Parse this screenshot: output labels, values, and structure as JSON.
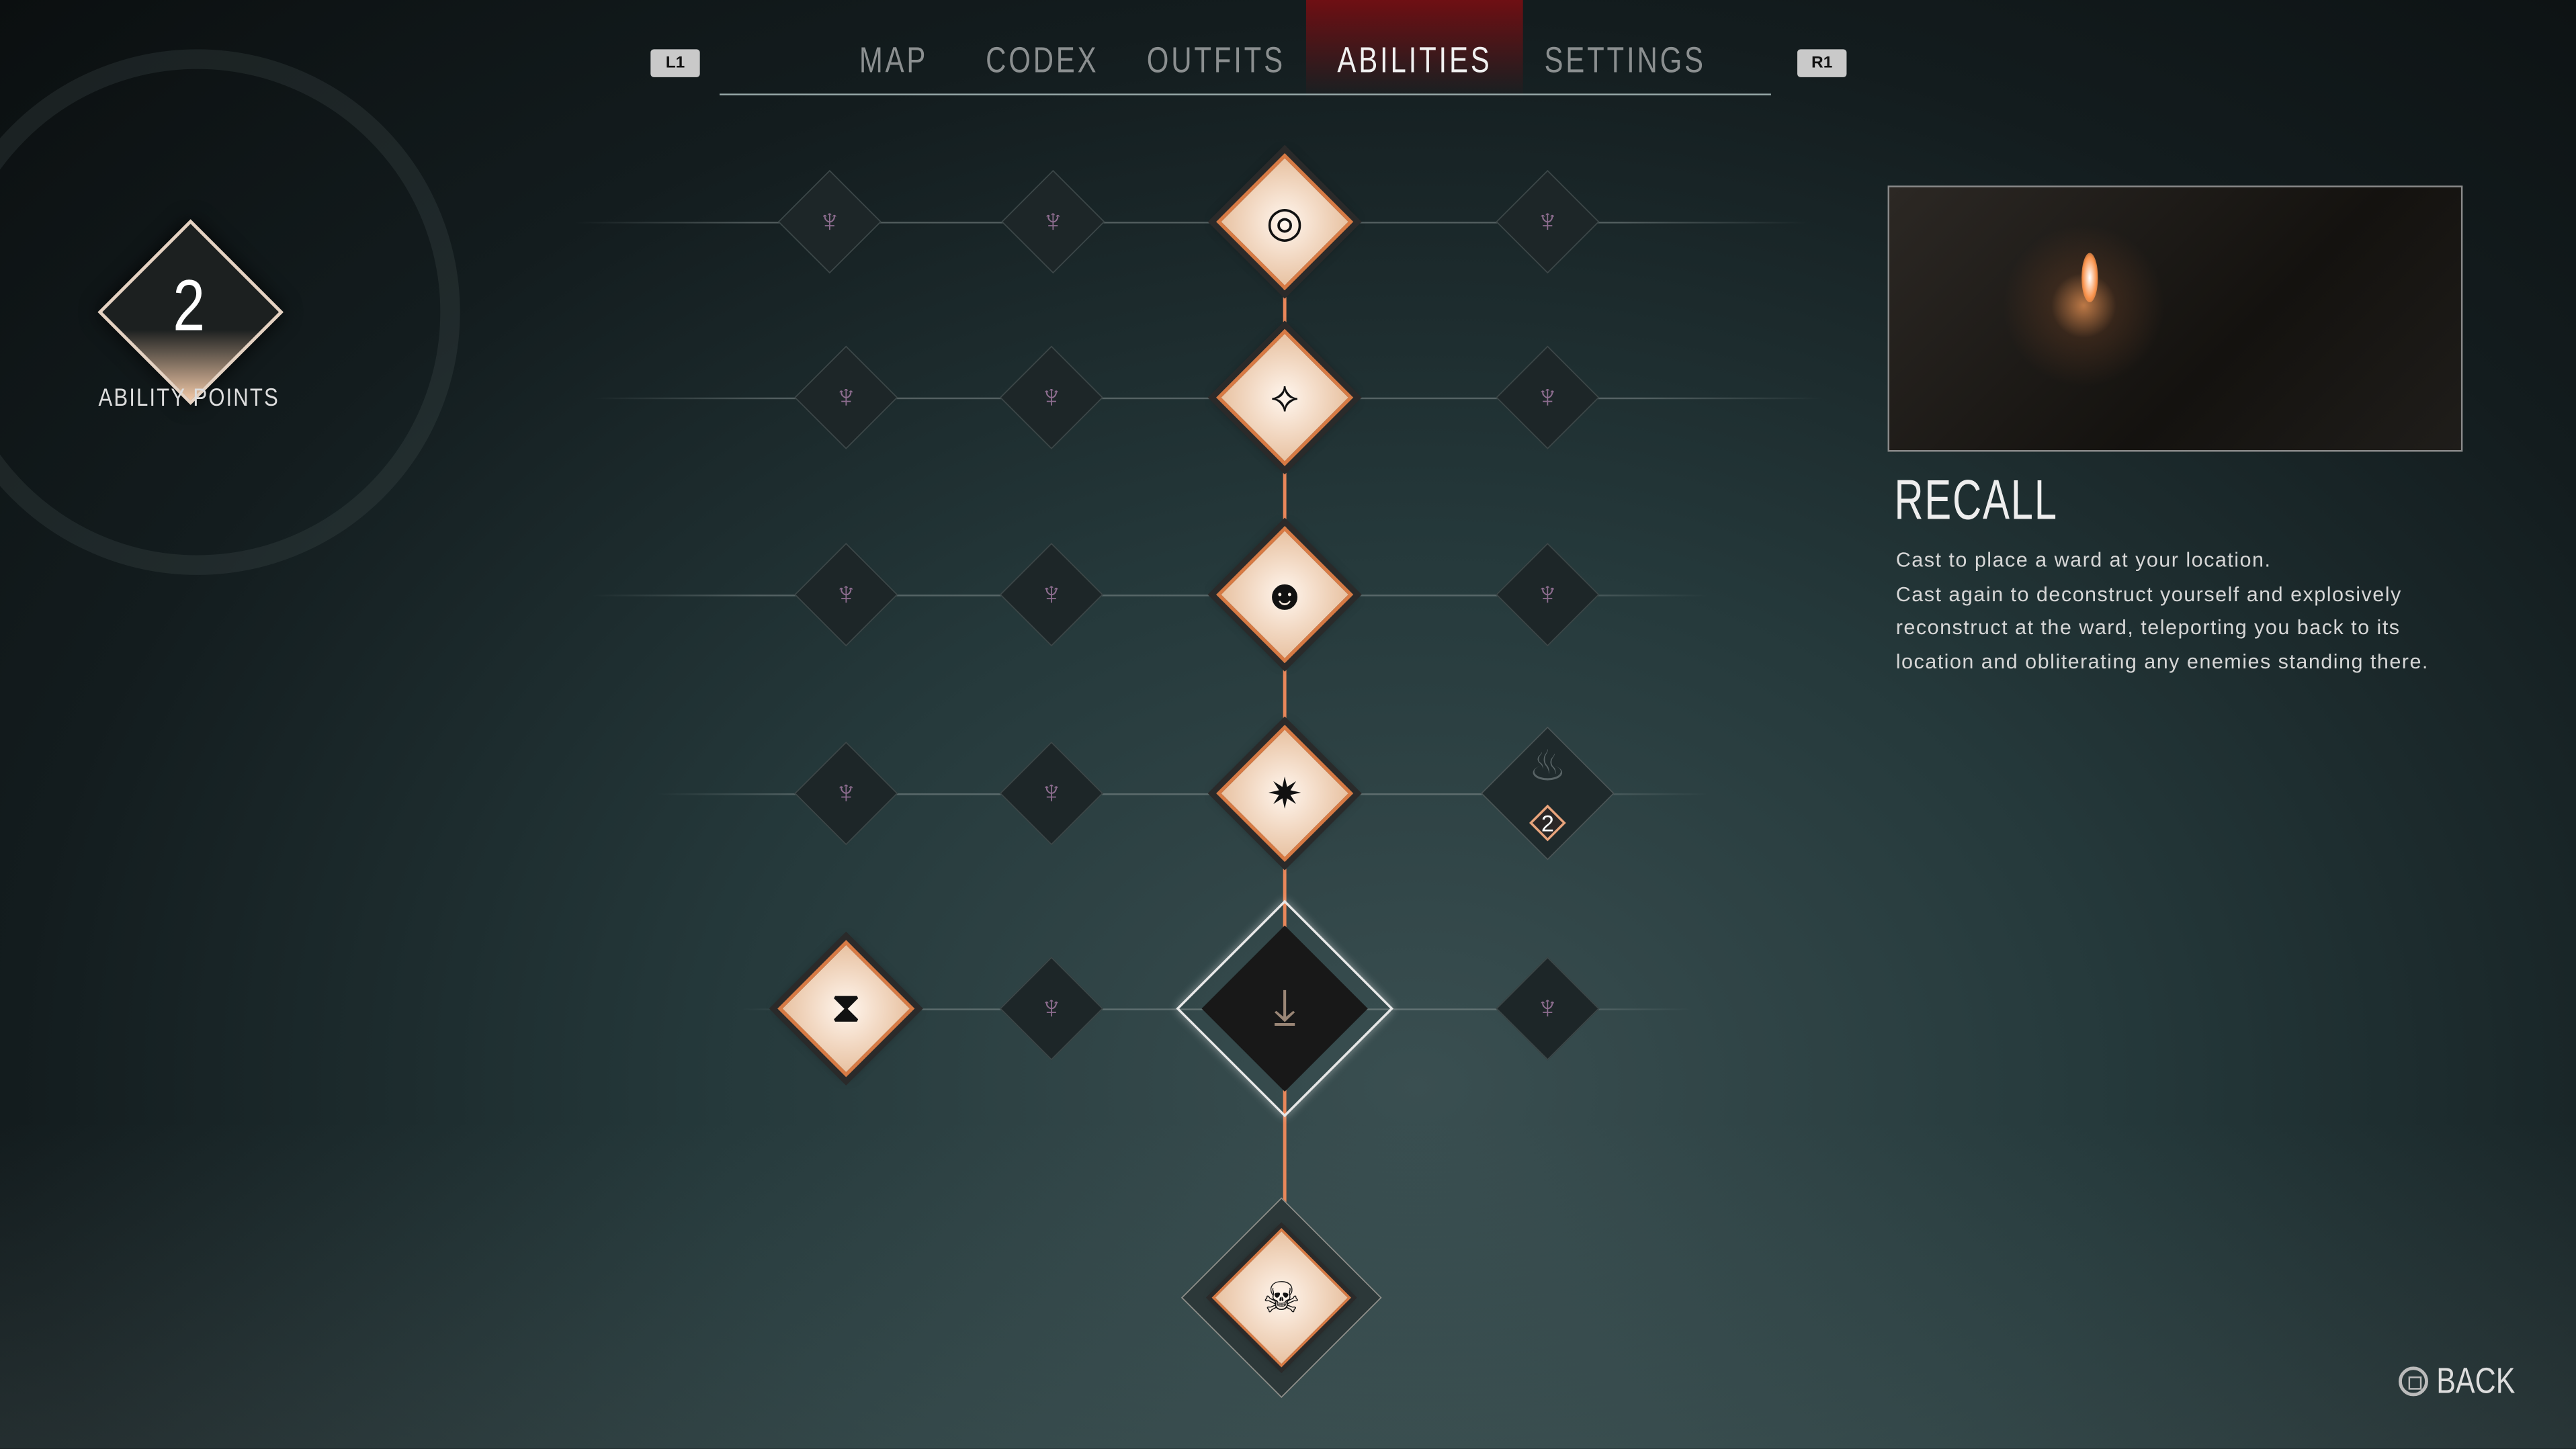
{
  "nav": {
    "left_bumper": "L1",
    "right_bumper": "R1",
    "tabs": [
      {
        "label": "MAP"
      },
      {
        "label": "CODEX"
      },
      {
        "label": "OUTFITS"
      },
      {
        "label": "ABILITIES"
      },
      {
        "label": "SETTINGS"
      }
    ],
    "active": "ABILITIES"
  },
  "ability_points": {
    "count": "2",
    "label": "ABILITY POINTS"
  },
  "ability": {
    "title": "RECALL",
    "description": "Cast to place a ward at your location.\nCast again to deconstruct yourself and explosively reconstruct at the ward, teleporting you back to its location and obliterating any enemies standing there."
  },
  "fire_node": {
    "badge": "2"
  },
  "back": {
    "label": "BACK"
  },
  "colors": {
    "accent": "#e8875a",
    "active_tab_glow": "#96100f",
    "locked_glyph": "#8d6d8f"
  }
}
